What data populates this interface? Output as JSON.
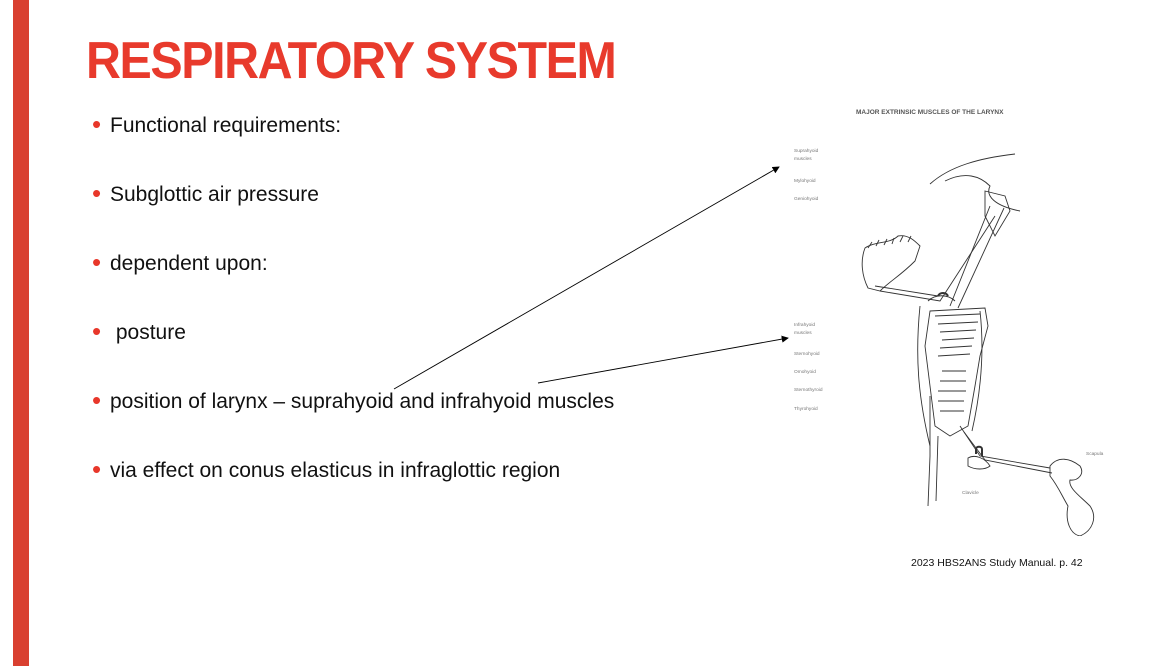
{
  "slide": {
    "title": "RESPIRATORY SYSTEM",
    "bullets": [
      "Functional requirements:",
      "Subglottic air pressure",
      "dependent upon:",
      " posture",
      "position of larynx – suprahyoid and infrahyoid muscles",
      "via effect on conus elasticus in infraglottic region"
    ],
    "accent_color": "#e83a2c"
  },
  "figure": {
    "title": "MAJOR EXTRINSIC MUSCLES OF THE LARYNX",
    "suprahyoid_group": [
      "Suprahyoid",
      "muscles"
    ],
    "suprahyoid_labels": [
      "Mylohyoid",
      "Geniohyoid"
    ],
    "infrahyoid_group": [
      "Infrahyoid",
      "muscles"
    ],
    "infrahyoid_labels": [
      "Sternohyoid",
      "Omohyoid",
      "Sternothyroid",
      "Thyrohyoid"
    ],
    "bone_labels": [
      "Clavicle",
      "Scapula"
    ],
    "caption": "2023 HBS2ANS Study Manual. p. 42"
  }
}
